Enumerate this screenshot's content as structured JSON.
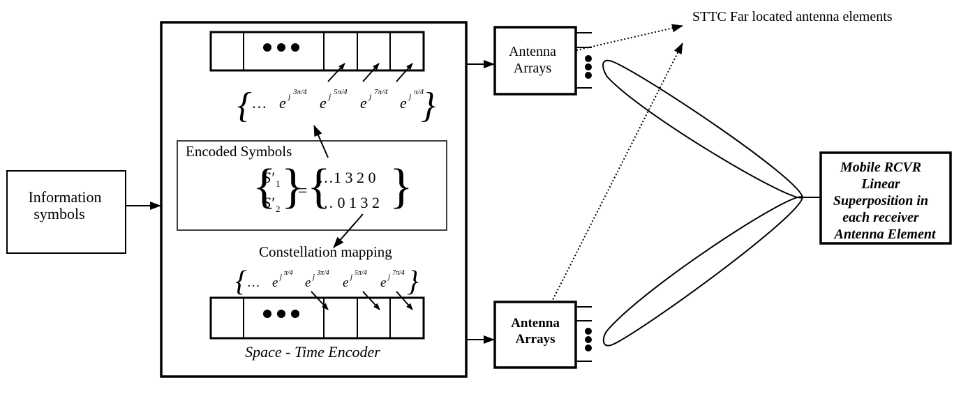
{
  "info_block": {
    "line1": "Information",
    "line2": "symbols"
  },
  "encoder": {
    "caption": "Space - Time Encoder",
    "top_phasors": {
      "leading": "…",
      "exps": [
        "3π/4",
        "5π/4",
        "7π/4",
        "π/4"
      ]
    },
    "bottom_phasors": {
      "leading": "…",
      "exps": [
        "π/4",
        "3π/4",
        "5π/4",
        "7π/4"
      ]
    },
    "encoded_symbols": {
      "title": "Encoded Symbols",
      "s1": "S′",
      "s1_sub": "1",
      "s2": "S′",
      "s2_sub": "2",
      "equals": "=",
      "row1": "…1 3 2 0",
      "row2": "… 0 1 3 2"
    },
    "constellation_label": "Constellation mapping"
  },
  "antenna_top": {
    "line1": "Antenna",
    "line2": "Arrays"
  },
  "antenna_bottom": {
    "line1": "Antenna",
    "line2": "Arrays"
  },
  "far_label": "STTC Far located antenna elements",
  "receiver": {
    "line1": "Mobile RCVR",
    "line2": "Linear",
    "line3": "Superposition in",
    "line4": "each receiver",
    "line5": "Antenna Element"
  },
  "exp_base": "e",
  "exp_j": "j"
}
